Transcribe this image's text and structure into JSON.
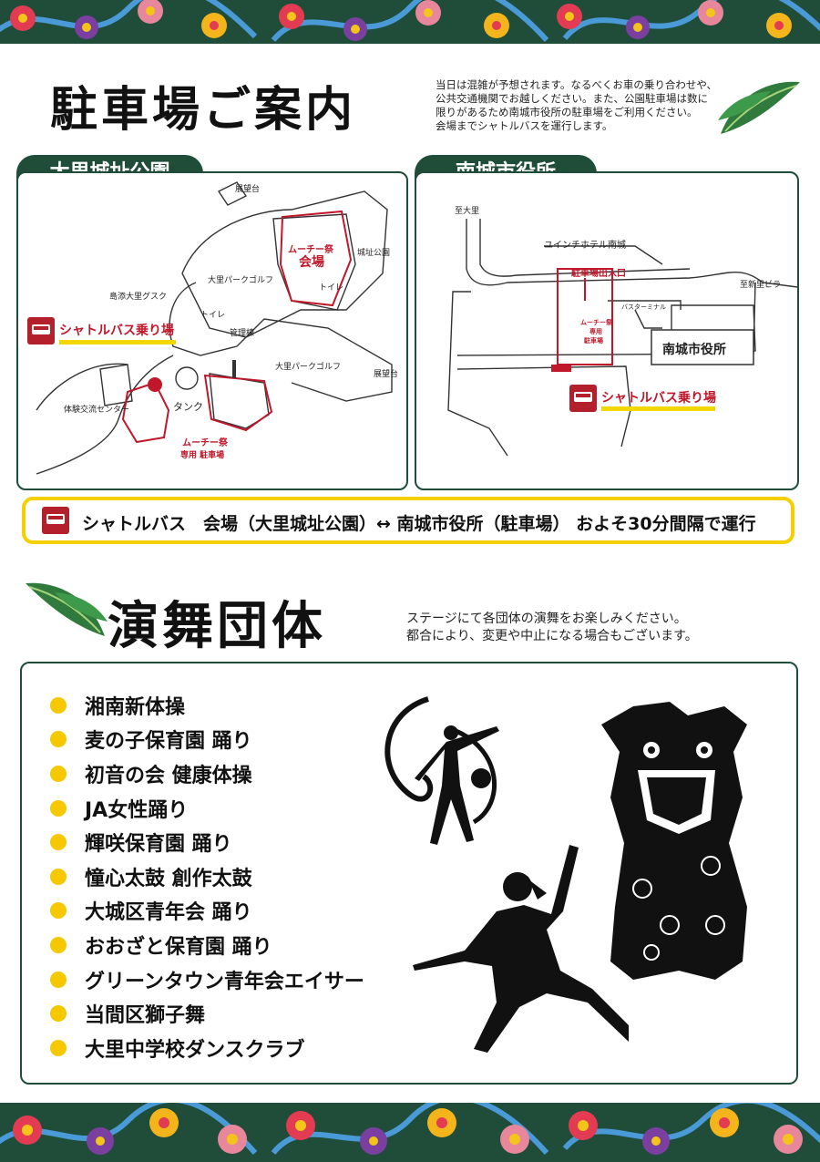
{
  "parking": {
    "title": "駐車場ご案内",
    "note_lines": [
      "当日は混雑が予想されます。なるべくお車の乗り合わせや、",
      "公共交通機関でお越しください。また、公園駐車場は数に",
      "限りがあるため南城市役所の駐車場をご利用ください。",
      "会場までシャトルバスを運行します。"
    ]
  },
  "map_left": {
    "tab": "大里城址公園",
    "labels": {
      "observatory1": "展望台",
      "castle_park": "城址公園",
      "venue_top": "ムーチー祭",
      "venue_main": "会場",
      "toilet1": "トイレ",
      "park_golf1": "大里パークゴルフ",
      "gusuku": "島添大里グスク",
      "toilet2": "トイレ",
      "admin": "管理棟",
      "park_golf2": "大里パークゴルフ",
      "observatory2": "展望台",
      "tank": "タンク",
      "center": "体験交流センター",
      "parking1": "ムーチー祭",
      "parking2": "専用 駐車場"
    },
    "shuttle": "シャトルバス乗り場"
  },
  "map_right": {
    "tab": "南城市役所",
    "labels": {
      "to_ozato": "至大里",
      "hotel": "ユインチホテル南城",
      "to_shinzato": "至新里ビラ",
      "entrance": "駐車場出入口",
      "bus_shelter": "バスターミナル",
      "lot1": "ムーチー祭",
      "lot2": "専用",
      "lot3": "駐車場",
      "city_hall": "南城市役所"
    },
    "shuttle": "シャトルバス乗り場"
  },
  "shuttle_bar": {
    "text": "シャトルバス　会場（大里城址公園）↔ 南城市役所（駐車場） およそ30分間隔で運行"
  },
  "performers": {
    "title": "演舞団体",
    "note_lines": [
      "ステージにて各団体の演舞をお楽しみください。",
      "都合により、変更や中止になる場合もございます。"
    ],
    "items": [
      "湘南新体操",
      "麦の子保育園 踊り",
      "初音の会 健康体操",
      "JA女性踊り",
      "輝咲保育園 踊り",
      "憧心太鼓 創作太鼓",
      "大城区青年会 踊り",
      "おおざと保育園 踊り",
      "グリーンタウン青年会エイサー",
      "当間区獅子舞",
      "大里中学校ダンスクラブ"
    ]
  },
  "colors": {
    "dark_green": "#1f4d3a",
    "red": "#b3202c",
    "yellow": "#f5c800"
  }
}
